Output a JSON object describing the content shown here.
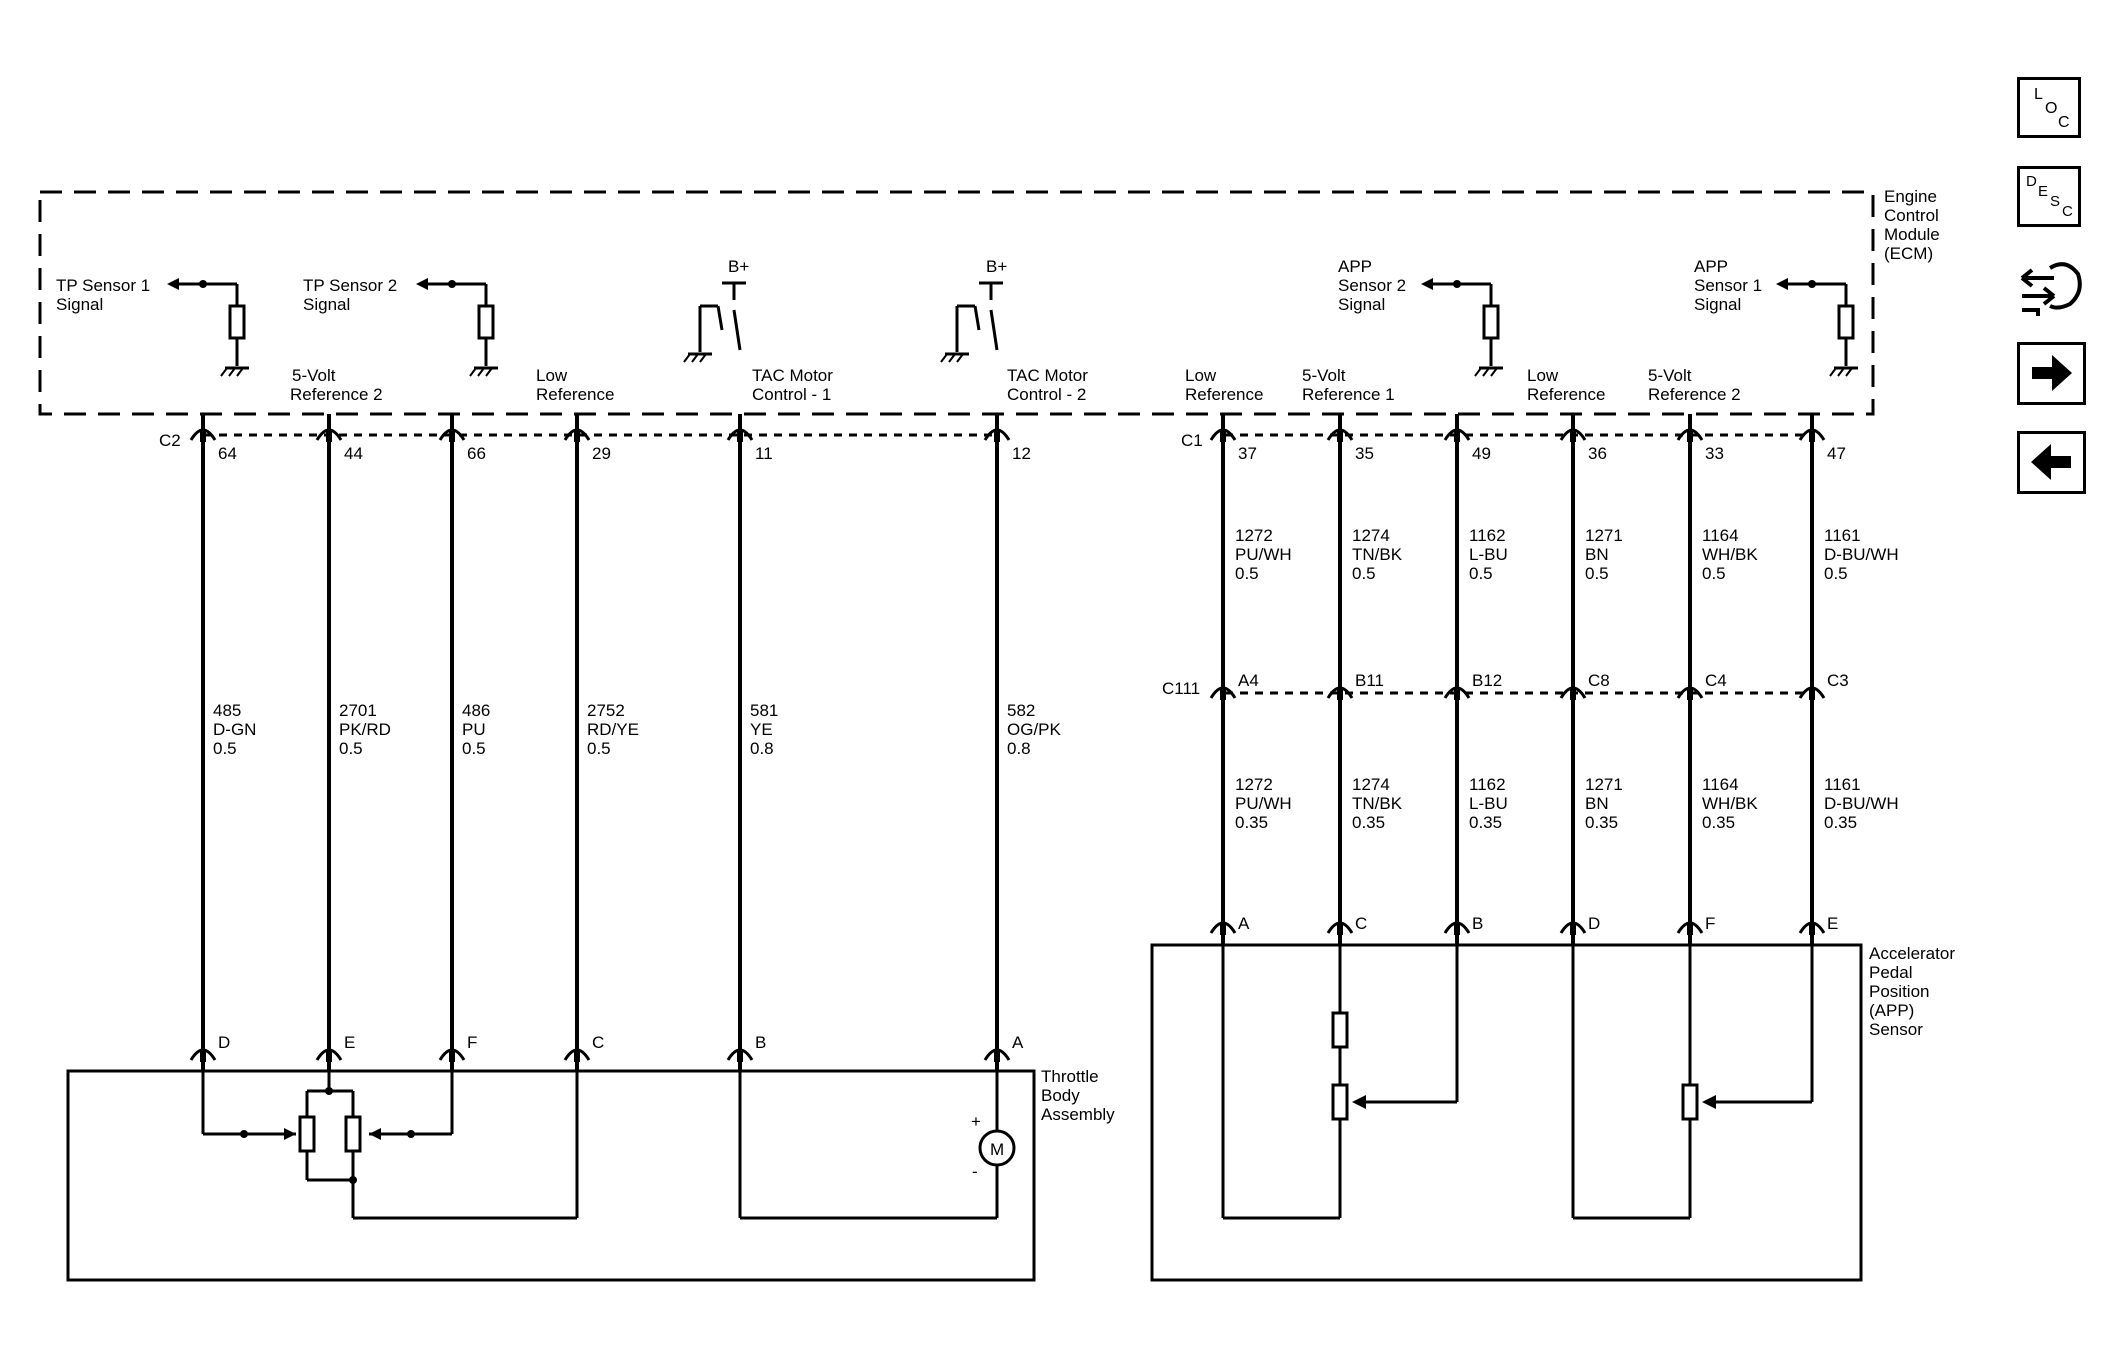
{
  "ecm": {
    "title_lines": [
      "Engine",
      "Control",
      "Module",
      "(ECM)"
    ],
    "signals": {
      "tp1": [
        "TP Sensor 1",
        "Signal"
      ],
      "tp2": [
        "TP Sensor 2",
        "Signal"
      ],
      "app2": [
        "APP",
        "Sensor 2",
        "Signal"
      ],
      "app1": [
        "APP",
        "Sensor 1",
        "Signal"
      ]
    },
    "supply": "B+",
    "labels": {
      "ref2_left": [
        "5-Volt",
        "Reference 2"
      ],
      "low_ref_left": [
        "Low",
        "Reference"
      ],
      "tac1": [
        "TAC Motor",
        "Control - 1"
      ],
      "tac2": [
        "TAC Motor",
        "Control - 2"
      ],
      "low_ref_a": [
        "Low",
        "Reference"
      ],
      "ref1": [
        "5-Volt",
        "Reference 1"
      ],
      "low_ref_b": [
        "Low",
        "Reference"
      ],
      "ref2_right": [
        "5-Volt",
        "Reference 2"
      ]
    }
  },
  "connectors": {
    "ecm_left": "C2",
    "ecm_right": "C1",
    "inline": "C111",
    "left_pins": [
      "64",
      "44",
      "66",
      "29",
      "11",
      "12"
    ],
    "right_pins": [
      "37",
      "35",
      "49",
      "36",
      "33",
      "47"
    ],
    "c111_pins": [
      "A4",
      "B11",
      "B12",
      "C8",
      "C4",
      "C3"
    ],
    "throttle_pins": [
      "D",
      "E",
      "F",
      "C",
      "B",
      "A"
    ],
    "app_pins": [
      "A",
      "C",
      "B",
      "D",
      "F",
      "E"
    ]
  },
  "wires_left": [
    [
      "485",
      "D-GN",
      "0.5"
    ],
    [
      "2701",
      "PK/RD",
      "0.5"
    ],
    [
      "486",
      "PU",
      "0.5"
    ],
    [
      "2752",
      "RD/YE",
      "0.5"
    ],
    [
      "581",
      "YE",
      "0.8"
    ],
    [
      "582",
      "OG/PK",
      "0.8"
    ]
  ],
  "wires_right_upper": [
    [
      "1272",
      "PU/WH",
      "0.5"
    ],
    [
      "1274",
      "TN/BK",
      "0.5"
    ],
    [
      "1162",
      "L-BU",
      "0.5"
    ],
    [
      "1271",
      "BN",
      "0.5"
    ],
    [
      "1164",
      "WH/BK",
      "0.5"
    ],
    [
      "1161",
      "D-BU/WH",
      "0.5"
    ]
  ],
  "wires_right_lower": [
    [
      "1272",
      "PU/WH",
      "0.35"
    ],
    [
      "1274",
      "TN/BK",
      "0.35"
    ],
    [
      "1162",
      "L-BU",
      "0.35"
    ],
    [
      "1271",
      "BN",
      "0.35"
    ],
    [
      "1164",
      "WH/BK",
      "0.35"
    ],
    [
      "1161",
      "D-BU/WH",
      "0.35"
    ]
  ],
  "components": {
    "throttle": [
      "Throttle",
      "Body",
      "Assembly"
    ],
    "app": [
      "Accelerator",
      "Pedal",
      "Position",
      "(APP)",
      "Sensor"
    ],
    "motor_symbol": "M",
    "motor_plus": "+",
    "motor_minus": "-"
  },
  "nav": {
    "loc": [
      "L",
      "O",
      "C"
    ],
    "desc": [
      "D",
      "E",
      "S",
      "C"
    ]
  }
}
